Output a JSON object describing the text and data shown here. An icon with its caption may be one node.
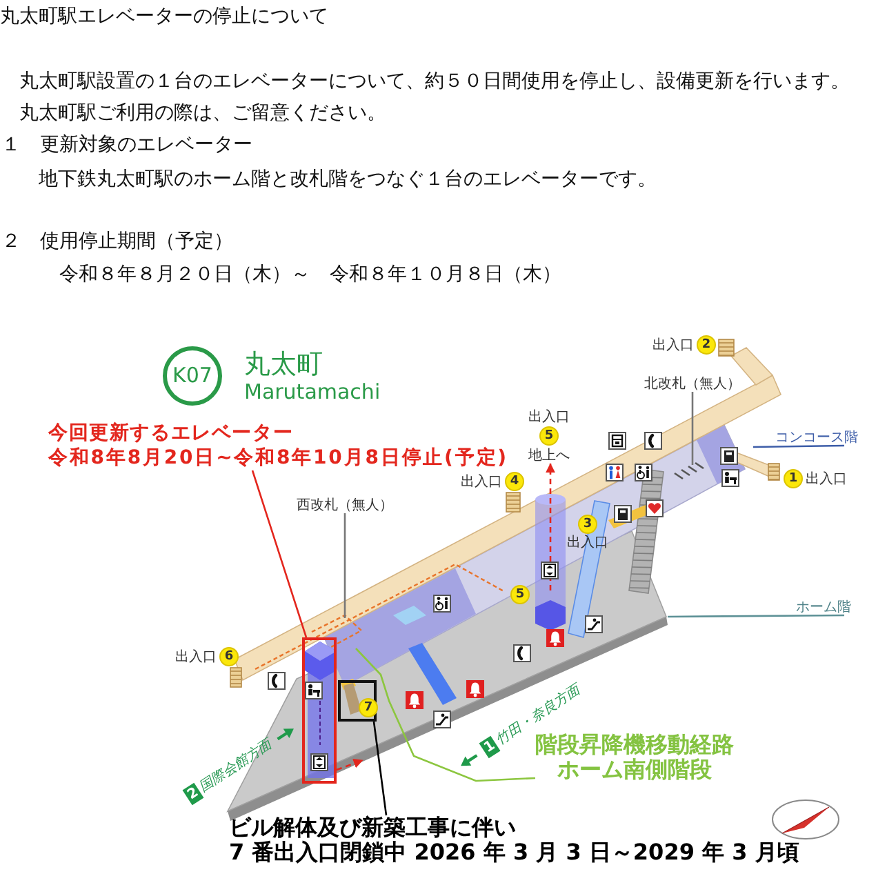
{
  "diagram": {
    "title": "丸太町駅エレベーターの停止について",
    "nodes": [
      {
        "text": [
          "2"
        ],
        "beside": [
          "出入口"
        ]
      },
      {
        "text": [
          "K07"
        ],
        "beside": [
          "丸太町",
          "Marutamachi"
        ]
      },
      {
        "text": [
          "北改札（無人）"
        ]
      },
      {
        "text": [
          "5"
        ],
        "beside": [
          "出入口"
        ]
      },
      {
        "text": [
          "地上へ"
        ]
      },
      {
        "text": [
          "今回更新するエレベーター",
          "令和8年8月20日~令和8年10月8日停止(予定)"
        ]
      },
      {
        "text": [
          "コンコース階"
        ]
      },
      {
        "text": [
          "4"
        ],
        "beside": [
          "出入口"
        ]
      },
      {
        "text": [
          "1"
        ],
        "beside": [
          "出入口"
        ]
      },
      {
        "text": [
          "西改札（無人）"
        ]
      },
      {
        "text": [
          "3"
        ],
        "beside": [
          "出入口"
        ]
      },
      {
        "text": [
          "5"
        ]
      },
      {
        "text": [
          "ホーム階"
        ]
      },
      {
        "text": [],
        "shape": "box"
      },
      {
        "text": [
          "6"
        ],
        "beside": [
          "出入口"
        ]
      },
      {
        "text": [],
        "shape": "box"
      },
      {
        "text": [
          "7"
        ],
        "in": 15
      },
      {
        "text": [
          "1"
        ],
        "beside": [
          "竹田・奈良方面"
        ]
      },
      {
        "text": [
          "階段昇降機移動経路",
          "ホーム南側階段"
        ]
      },
      {
        "text": [
          "2"
        ],
        "beside": [
          "国際会館方面"
        ]
      },
      {
        "text": [
          "ビル解体及び新築工事に伴い",
          "7 番出入口閉鎖中 2026 年 3 月 3 日～2029 年 3 月頃"
        ]
      }
    ],
    "edges": [
      {
        "from": 5,
        "to": 13,
        "arrow": "none",
        "color": "#e3261d"
      },
      {
        "from": 2,
        "to": null,
        "arrow": "none",
        "color": "#777777"
      },
      {
        "from": 9,
        "to": null,
        "arrow": "none",
        "color": "#777777"
      },
      {
        "from": 6,
        "to": null,
        "arrow": "none",
        "color": "#3d5da8"
      },
      {
        "from": 12,
        "to": null,
        "arrow": "none",
        "color": "#5d9196"
      },
      {
        "from": null,
        "to": 4,
        "arrow": "to",
        "style": "dashed",
        "color": "#e3261d"
      },
      {
        "from": 13,
        "to": null,
        "arrow": "to",
        "style": "dashed",
        "color": "#e3261d"
      },
      {
        "from": 20,
        "to": 15,
        "arrow": "none",
        "color": "#000000"
      },
      {
        "from": 18,
        "to": null,
        "arrow": "none",
        "color": "#8cc63f"
      }
    ],
    "labels": [
      "丸太町駅設置の１台のエレベーターについて、約５０日間使用を停止し、設備更新を行います。",
      "丸太町駅ご利用の際は、ご留意ください。",
      "１　更新対象のエレベーター",
      "地下鉄丸太町駅のホーム階と改札階をつなぐ１台のエレベーターです。",
      "２　使用停止期間（予定）",
      "令和８年８月２０日（木）～　令和８年１０月８日（木）"
    ]
  }
}
